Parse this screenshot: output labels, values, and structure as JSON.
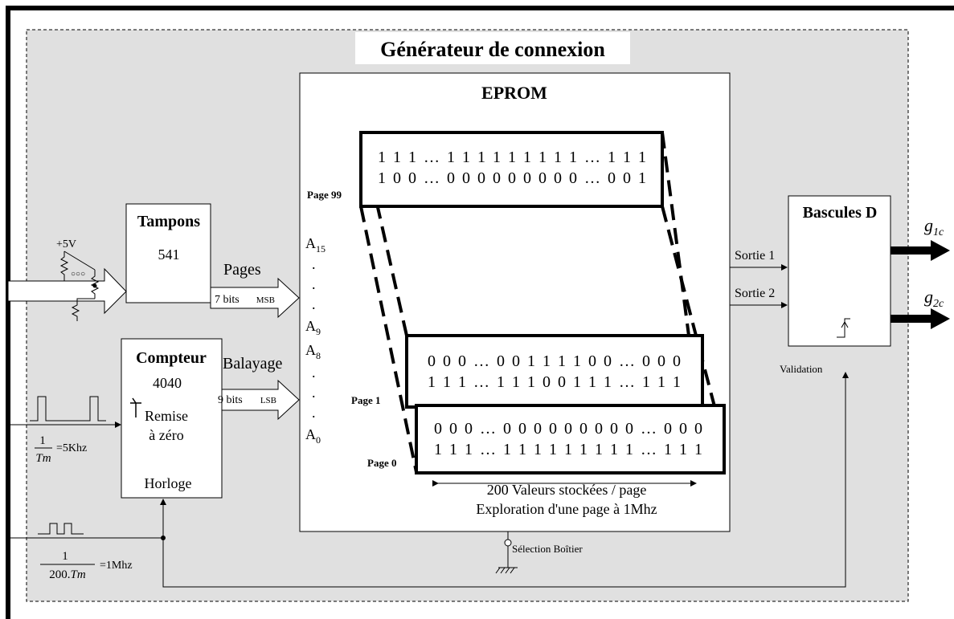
{
  "title": "Générateur de connexion",
  "eprom": {
    "title": "EPROM",
    "pages": [
      {
        "label": "Page 99",
        "row1": "1 1 1  …  1 1 1 1 1 1 1 1 1  …  1 1 1",
        "row2": "1 0 0  …  0 0 0 0 0 0 0 0 0  …  0 0 1"
      },
      {
        "label": "Page 1",
        "row1": "0 0 0  …  0 0 1 1 1 1 0 0  …  0 0 0",
        "row2": "1 1 1  …  1 1 1 0 0 1 1 1  …  1 1 1"
      },
      {
        "label": "Page 0",
        "row1": "0 0 0  …  0 0 0 0 0 0 0 0 0  …  0 0 0",
        "row2": "1 1 1  …  1 1 1 1 1 1 1 1 1  …  1 1 1"
      }
    ],
    "addr": {
      "a15": "A",
      "a15_sub": "15",
      "a9": "A",
      "a9_sub": "9",
      "a8": "A",
      "a8_sub": "8",
      "a0": "A",
      "a0_sub": "0",
      "dot": "."
    },
    "stored_values": "200   Valeurs stockées / page",
    "exploration": "Exploration d'une page à 1Mhz",
    "chip_select": "Sélection Boîtier"
  },
  "tampons": {
    "title": "Tampons",
    "number": "541"
  },
  "compteur": {
    "title": "Compteur",
    "number": "4040",
    "reset_line1": "Remise",
    "reset_line2": "à zéro",
    "clock": "Horloge"
  },
  "buses": {
    "pages": "Pages",
    "pages_bits": "7 bits",
    "msb": "MSB",
    "balayage": "Balayage",
    "balayage_bits": "9 bits",
    "lsb": "LSB"
  },
  "inputs": {
    "vcc": "+5V",
    "switch": "○○○",
    "freq1_num": "1",
    "freq1_den": "Tm",
    "freq1_val": "=5Khz",
    "freq2_num": "1",
    "freq2_den": "200.",
    "freq2_den_it": "Tm",
    "freq2_val": "=1Mhz"
  },
  "bascules": {
    "title": "Bascules D",
    "out1": "Sortie 1",
    "out2": "Sortie 2",
    "validation": "Validation"
  },
  "outputs": {
    "g1": "g",
    "g1_sub": "1c",
    "g2": "g",
    "g2_sub": "2c"
  },
  "colors": {
    "background": "#e0e0e0",
    "box": "#ffffff",
    "line": "#000000"
  }
}
